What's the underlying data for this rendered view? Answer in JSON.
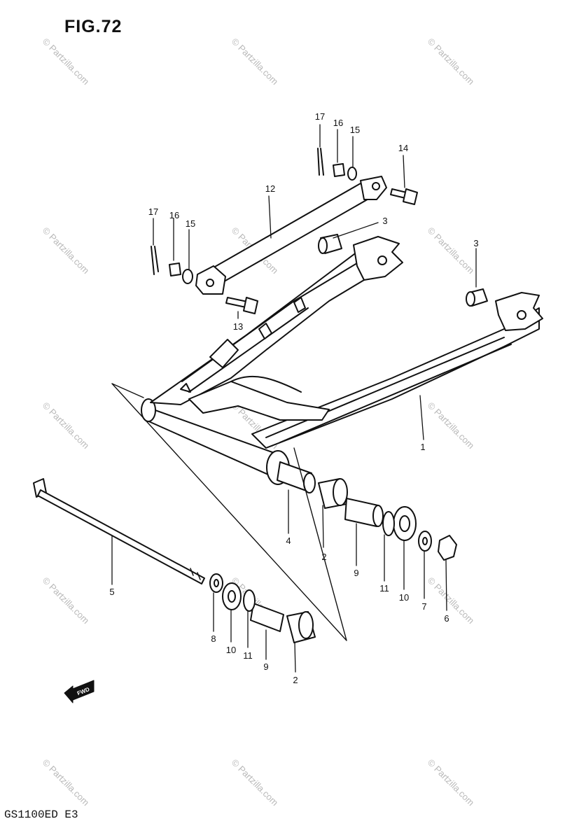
{
  "figure_title": "FIG.72",
  "model_code": "GS1100ED  E3",
  "fwd_badge": "FWD",
  "watermark_text": "© Partzilla.com",
  "callout_labels": [
    "1",
    "2",
    "2",
    "3",
    "3",
    "4",
    "5",
    "6",
    "7",
    "8",
    "9",
    "9",
    "10",
    "10",
    "11",
    "11",
    "12",
    "13",
    "14",
    "15",
    "15",
    "16",
    "16",
    "17",
    "17"
  ],
  "colors": {
    "ink": "#111111",
    "watermark": "#b9b9b9",
    "background": "#ffffff"
  }
}
